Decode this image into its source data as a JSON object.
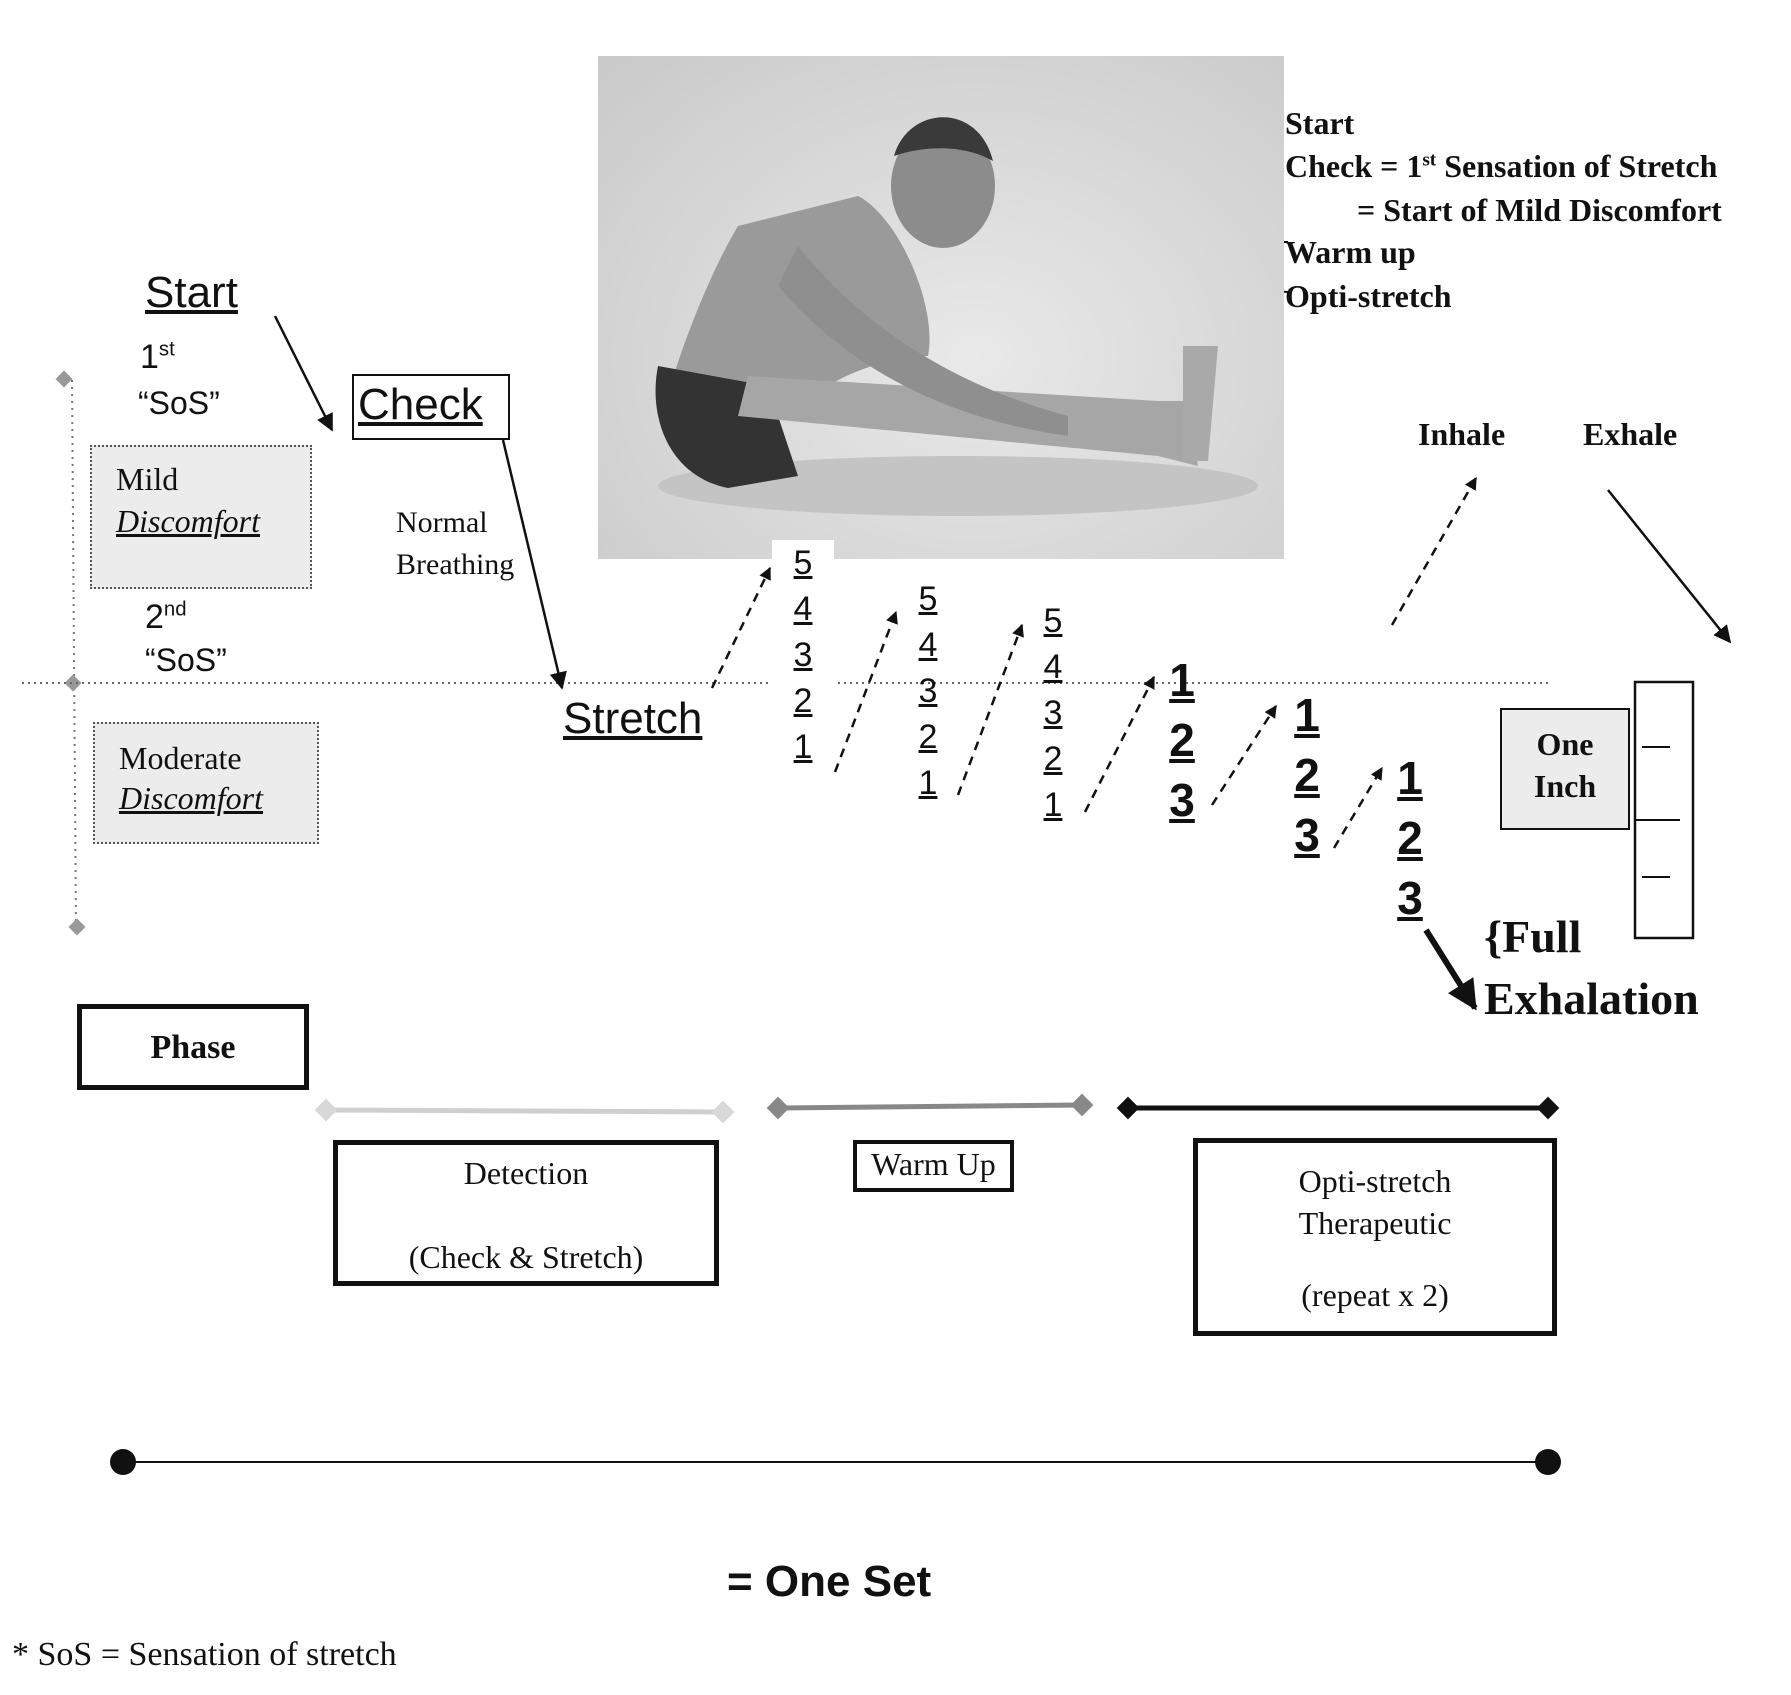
{
  "photo_labels": {
    "start": "Start",
    "check_prefix": "Check = 1",
    "check_sup": "st",
    "check_suffix": " Sensation of Stretch",
    "mild": "= Start of Mild Discomfort",
    "warm_up": "Warm up",
    "opti_stretch": "Opti-stretch"
  },
  "scale": {
    "start": "Start",
    "first_num": "1",
    "first_sup": "st",
    "first_sos": "“SoS”",
    "mild_line1": "Mild",
    "mild_line2": "Discomfort",
    "second_num": "2",
    "second_sup": "nd",
    "second_sos": "“SoS”",
    "moderate_line1": "Moderate",
    "moderate_line2": "Discomfort"
  },
  "flow": {
    "check": "Check",
    "normal_breathing_1": "Normal",
    "normal_breathing_2": "Breathing",
    "stretch": "Stretch"
  },
  "counts": {
    "first": [
      "5",
      "4",
      "3",
      "2",
      "1"
    ],
    "second": [
      "5",
      "4",
      "3",
      "2",
      "1"
    ],
    "third": [
      "5",
      "4",
      "3",
      "2",
      "1"
    ],
    "opti": [
      "1",
      "2",
      "3"
    ]
  },
  "breathing": {
    "inhale": "Inhale",
    "exhale": "Exhale",
    "one_inch_1": "One",
    "one_inch_2": "Inch",
    "full_1": "{Full",
    "full_2": "Exhalation"
  },
  "phases": {
    "title": "Phase",
    "detection_1": "Detection",
    "detection_2": "(Check & Stretch)",
    "warm_up": "Warm Up",
    "opti_1": "Opti-stretch",
    "opti_2": "Therapeutic",
    "opti_3": "(repeat x 2)"
  },
  "one_set": "= One Set",
  "footnote": "* SoS = Sensation of stretch",
  "colors": {
    "ink": "#111111",
    "light_line": "#cfcfcf",
    "mid_line": "#888888",
    "box_fill": "#ececec"
  }
}
